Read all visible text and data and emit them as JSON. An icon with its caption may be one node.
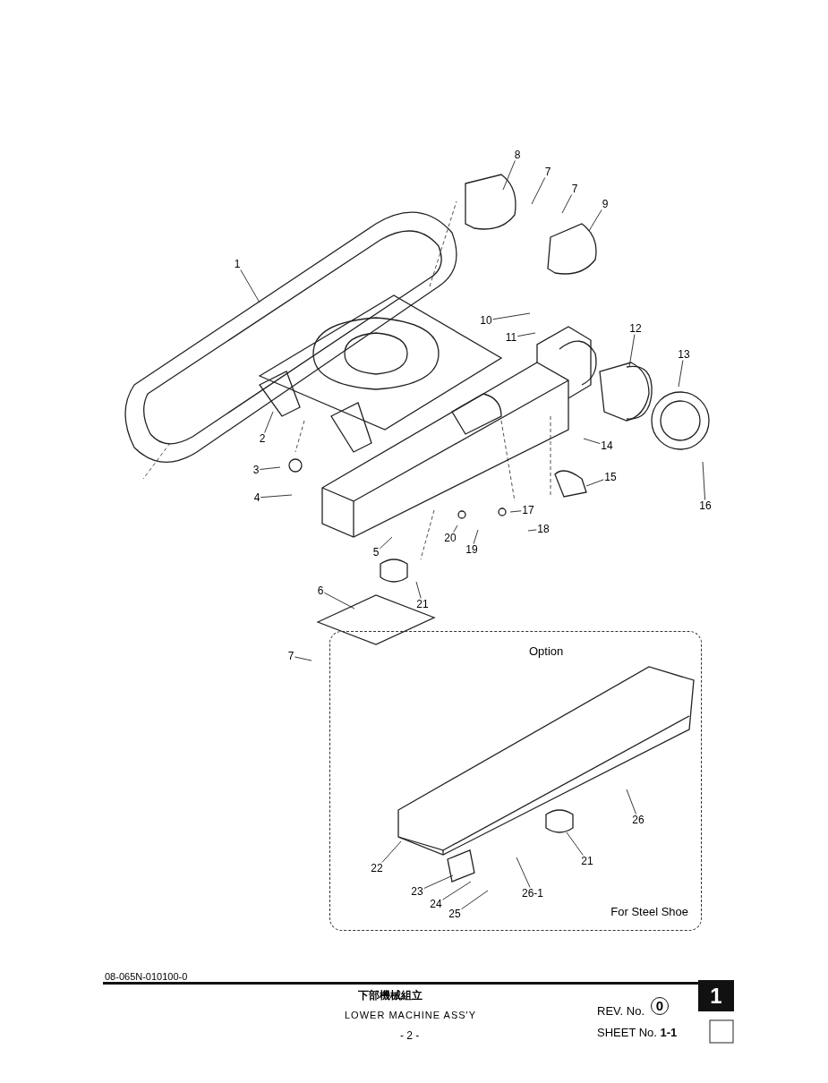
{
  "diagram": {
    "nodes": [
      {
        "text": [
          "8"
        ]
      },
      {
        "text": [
          "7"
        ]
      },
      {
        "text": [
          "7"
        ]
      },
      {
        "text": [
          "9"
        ]
      },
      {
        "text": [
          "1"
        ]
      },
      {
        "text": [
          "10"
        ]
      },
      {
        "text": [
          "11"
        ]
      },
      {
        "text": [
          "12"
        ]
      },
      {
        "text": [
          "13"
        ]
      },
      {
        "text": [
          "2"
        ]
      },
      {
        "text": [
          "14"
        ]
      },
      {
        "text": [
          "3"
        ]
      },
      {
        "text": [
          "15"
        ]
      },
      {
        "text": [
          "16"
        ]
      },
      {
        "text": [
          "4"
        ]
      },
      {
        "text": [
          "17"
        ]
      },
      {
        "text": [
          "18"
        ]
      },
      {
        "text": [
          "20"
        ]
      },
      {
        "text": [
          "19"
        ]
      },
      {
        "text": [
          "5"
        ]
      },
      {
        "text": [
          "21"
        ]
      },
      {
        "text": [
          "6"
        ]
      },
      {
        "text": [
          "7"
        ]
      },
      {
        "text": [
          "Option",
          "For Steel Shoe"
        ]
      },
      {
        "text": [
          "26"
        ],
        "in": 23
      },
      {
        "text": [
          "22"
        ],
        "in": 23
      },
      {
        "text": [
          "21"
        ],
        "in": 23
      },
      {
        "text": [
          "26-1"
        ],
        "in": 23
      },
      {
        "text": [
          "23"
        ],
        "in": 23
      },
      {
        "text": [
          "24"
        ],
        "in": 23
      },
      {
        "text": [
          "25"
        ],
        "in": 23
      }
    ],
    "edges": [
      {
        "from": 0,
        "to": null,
        "arrow": "none"
      },
      {
        "from": 1,
        "to": null,
        "arrow": "none"
      },
      {
        "from": 2,
        "to": null,
        "arrow": "none"
      },
      {
        "from": 3,
        "to": null,
        "arrow": "none"
      },
      {
        "from": 4,
        "to": null,
        "arrow": "none"
      },
      {
        "from": 5,
        "to": null,
        "arrow": "none"
      },
      {
        "from": 6,
        "to": null,
        "arrow": "none"
      },
      {
        "from": 7,
        "to": null,
        "arrow": "none"
      },
      {
        "from": 8,
        "to": null,
        "arrow": "none"
      },
      {
        "from": 9,
        "to": null,
        "arrow": "none"
      },
      {
        "from": 10,
        "to": null,
        "arrow": "none"
      },
      {
        "from": 11,
        "to": null,
        "arrow": "none"
      },
      {
        "from": 12,
        "to": null,
        "arrow": "none"
      },
      {
        "from": 13,
        "to": null,
        "arrow": "none"
      },
      {
        "from": 14,
        "to": null,
        "arrow": "none"
      },
      {
        "from": 15,
        "to": null,
        "arrow": "none"
      },
      {
        "from": 16,
        "to": null,
        "arrow": "none"
      },
      {
        "from": 17,
        "to": null,
        "arrow": "none"
      },
      {
        "from": 18,
        "to": null,
        "arrow": "none"
      },
      {
        "from": 19,
        "to": null,
        "arrow": "none"
      },
      {
        "from": 20,
        "to": null,
        "arrow": "none"
      },
      {
        "from": 21,
        "to": null,
        "arrow": "none"
      },
      {
        "from": 22,
        "to": null,
        "arrow": "none"
      },
      {
        "from": 24,
        "to": null,
        "arrow": "none"
      },
      {
        "from": 25,
        "to": null,
        "arrow": "none"
      },
      {
        "from": 26,
        "to": null,
        "arrow": "none"
      },
      {
        "from": 27,
        "to": null,
        "arrow": "none"
      },
      {
        "from": 28,
        "to": null,
        "arrow": "none"
      },
      {
        "from": 29,
        "to": null,
        "arrow": "none"
      },
      {
        "from": 30,
        "to": null,
        "arrow": "none"
      }
    ],
    "labels": [
      "08-065N-010100-0",
      "下部機械組立",
      "LOWER MACHINE ASS'Y",
      "- 2 -",
      "REV. No.",
      "0",
      "SHEET No. **1-1**",
      "1"
    ]
  }
}
